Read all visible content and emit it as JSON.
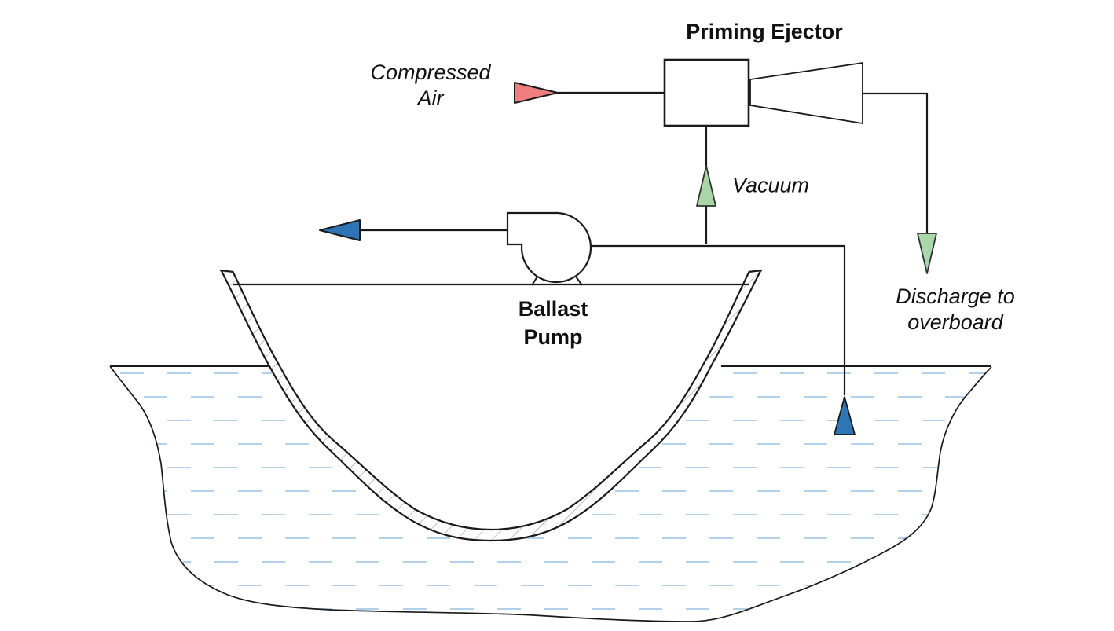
{
  "diagram": {
    "labels": {
      "priming_ejector": "Priming Ejector",
      "compressed_air": "Compressed\nAir",
      "vacuum": "Vacuum",
      "ballast_pump": "Ballast\nPump",
      "discharge_overboard": "Discharge to\noverboard"
    },
    "colors": {
      "compressed_air_arrow": "#EF7E7E",
      "vacuum_arrow": "#A9D7A9",
      "discharge_overboard_arrow": "#A9D7A9",
      "pump_discharge_arrow": "#2E75B6",
      "suction_arrow": "#2E75B6",
      "water_dash": "#9CC2E5",
      "hull_hatch": "#9a9a9a"
    }
  }
}
